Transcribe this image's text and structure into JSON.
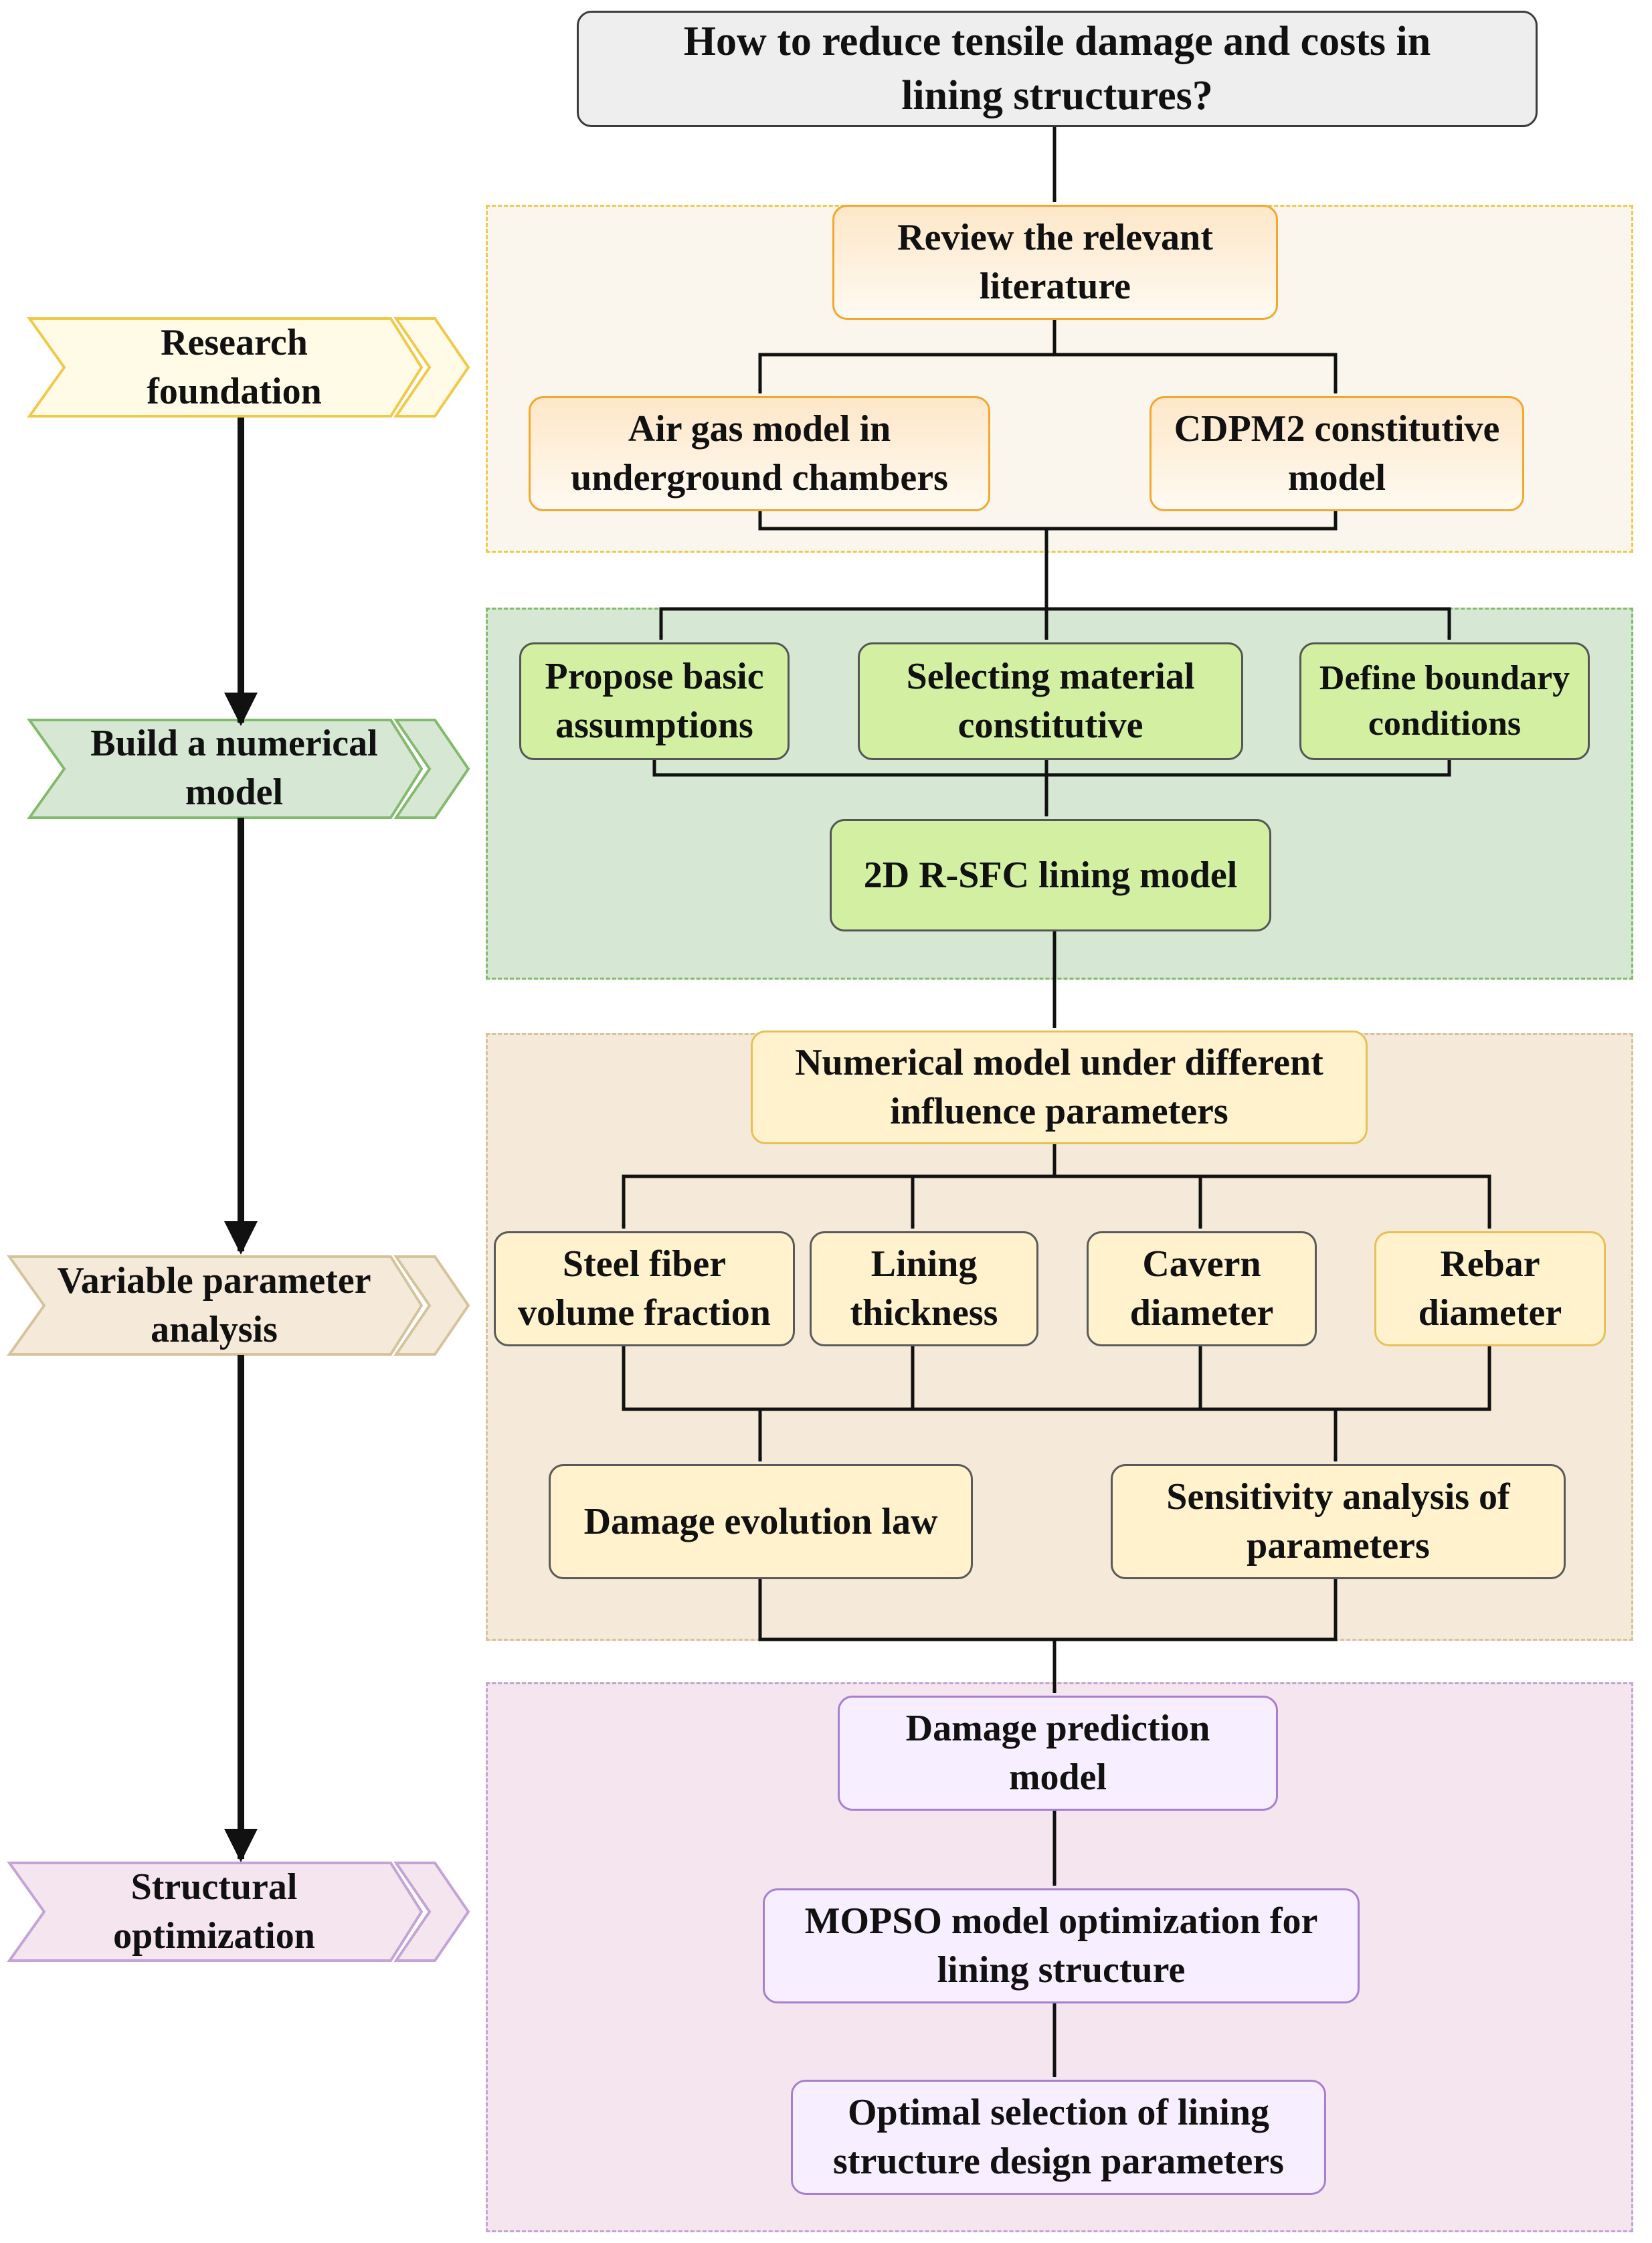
{
  "question": {
    "line1": "How to reduce tensile damage and costs in",
    "line2": "lining structures?"
  },
  "stages": [
    {
      "line1": "Research",
      "line2": "foundation",
      "fill": "#fffbe6",
      "stroke": "#f1c94a"
    },
    {
      "line1": "Build a numerical",
      "line2": "model",
      "fill": "#d6e8d4",
      "stroke": "#84ba6e"
    },
    {
      "line1": "Variable parameter",
      "line2": "analysis",
      "fill": "#f5ead9",
      "stroke": "#d5c39c"
    },
    {
      "line1": "Structural",
      "line2": "optimization",
      "fill": "#f5e5ef",
      "stroke": "#c3a4d6"
    }
  ],
  "research": {
    "review": {
      "line1": "Review the relevant",
      "line2": "literature"
    },
    "air_gas": {
      "line1": "Air gas model in",
      "line2": "underground chambers"
    },
    "cdpm2": {
      "line1": "CDPM2 constitutive",
      "line2": "model"
    }
  },
  "model": {
    "assumptions": {
      "line1": "Propose basic",
      "line2": "assumptions"
    },
    "material": {
      "line1": "Selecting material",
      "line2": "constitutive"
    },
    "boundary": {
      "line1": "Define boundary",
      "line2": "conditions"
    },
    "lining_model": "2D R-SFC lining model"
  },
  "analysis": {
    "numerical": {
      "line1": "Numerical model under different",
      "line2": "influence parameters"
    },
    "steel_fiber": {
      "line1": "Steel fiber",
      "line2": "volume fraction"
    },
    "thickness": {
      "line1": "Lining",
      "line2": "thickness"
    },
    "cavern": {
      "line1": "Cavern",
      "line2": "diameter"
    },
    "rebar": {
      "line1": "Rebar",
      "line2": "diameter"
    },
    "damage_law": "Damage evolution law",
    "sensitivity": {
      "line1": "Sensitivity analysis of",
      "line2": "parameters"
    }
  },
  "optimization": {
    "prediction": {
      "line1": "Damage prediction",
      "line2": "model"
    },
    "mopso": {
      "line1": "MOPSO model optimization for",
      "line2": "lining structure"
    },
    "optimal": {
      "line1": "Optimal selection of lining",
      "line2": "structure design parameters"
    }
  }
}
